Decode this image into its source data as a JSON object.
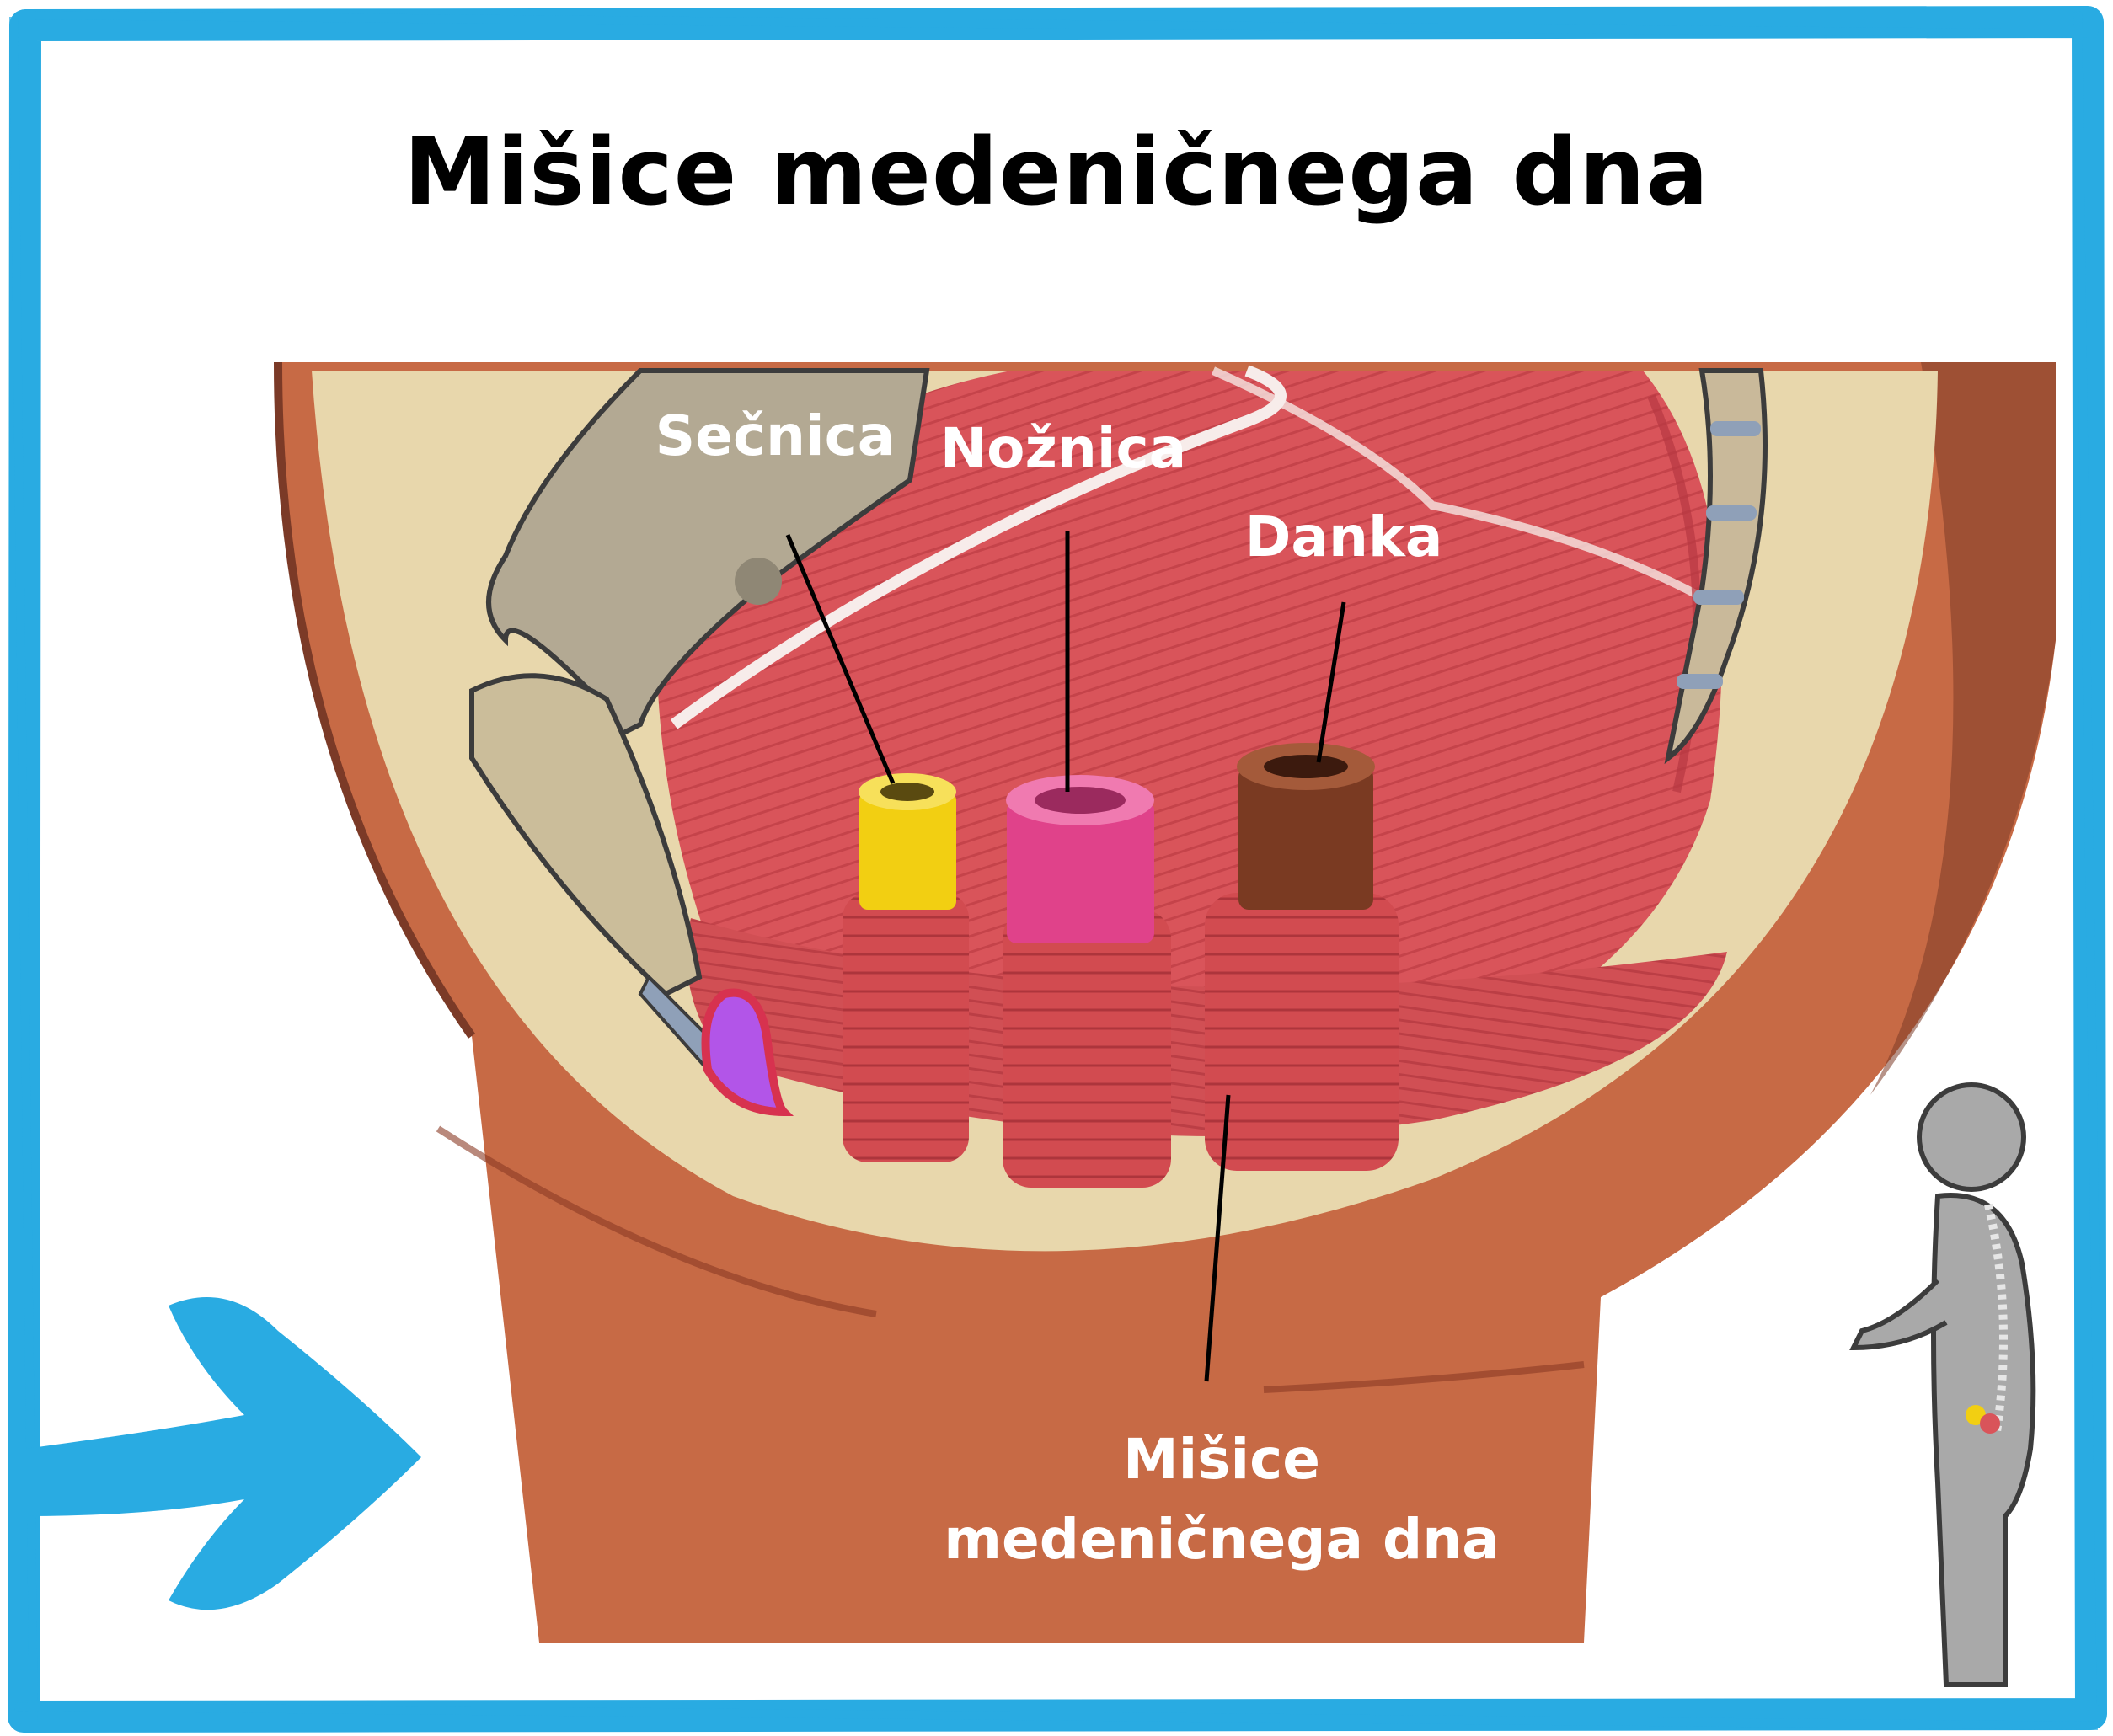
{
  "title": "Mišice medeničnega dna",
  "labels": {
    "urethra": "Sečnica",
    "vagina": "Nožnica",
    "rectum": "Danka",
    "pelvic_floor_line1": "Mišice",
    "pelvic_floor_line2": "medeničnega dna"
  },
  "colors": {
    "frame": "#29abe2",
    "skin": "#c76a45",
    "muscle": "#d9545a",
    "bone": "#b3a993",
    "urethra": "#f2cf12",
    "vagina": "#e0428a",
    "rectum": "#7a3a22"
  },
  "icons": [
    "arrow-right-icon",
    "body-silhouette-icon"
  ]
}
